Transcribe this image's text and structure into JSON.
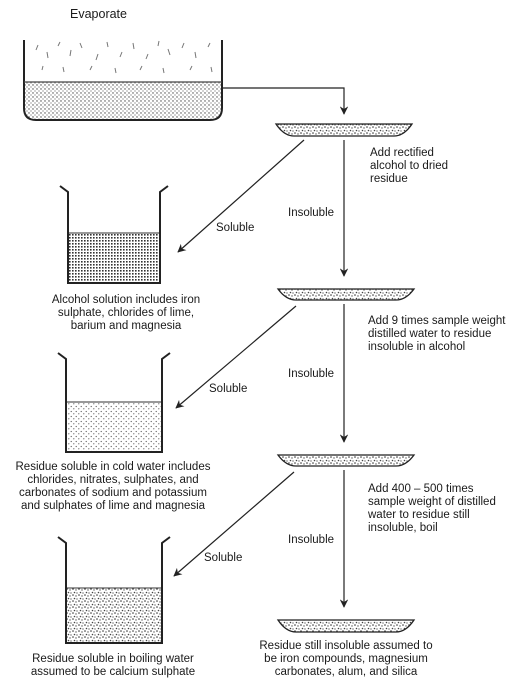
{
  "title": "Evaporate",
  "steps": [
    {
      "instruction": [
        "Add rectified",
        "alcohol to dried",
        "residue"
      ]
    },
    {
      "instruction": [
        "Add 9 times sample weight",
        "distilled water to residue",
        "insoluble in alcohol"
      ]
    },
    {
      "instruction": [
        "Add 400 – 500 times",
        "sample weight of distilled",
        "water to residue still",
        "insoluble, boil"
      ]
    }
  ],
  "branch_labels": {
    "soluble": "Soluble",
    "insoluble": "Insoluble"
  },
  "beaker_results": [
    {
      "lines": [
        "Alcohol solution includes iron",
        "sulphate, chlorides of lime,",
        "barium and magnesia"
      ]
    },
    {
      "lines": [
        "Residue soluble in cold water includes",
        "chlorides, nitrates, sulphates, and",
        "carbonates of sodium and potassium",
        "and sulphates of lime and magnesia"
      ]
    },
    {
      "lines": [
        "Residue soluble in boiling water",
        "assumed to be calcium sulphate"
      ]
    }
  ],
  "final_result": {
    "lines": [
      "Residue still insoluble assumed to",
      "be iron compounds, magnesium",
      "carbonates, alum, and silica"
    ]
  }
}
